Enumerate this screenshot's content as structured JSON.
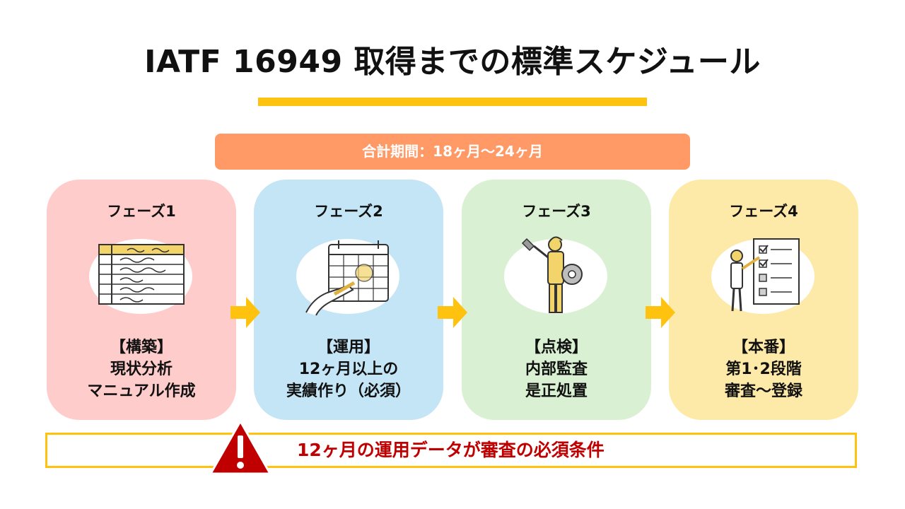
{
  "title": "IATF 16949 取得までの標準スケジュール",
  "period": "合計期間：18ヶ月～24ヶ月",
  "phases": [
    {
      "label": "フェーズ1",
      "heading": "【構築】",
      "lines": [
        "現状分析",
        "マニュアル作成"
      ],
      "icon": "document-table-icon",
      "color": "#ffcccc"
    },
    {
      "label": "フェーズ2",
      "heading": "【運用】",
      "lines": [
        "12ヶ月以上の",
        "実績作り（必須）"
      ],
      "icon": "calendar-icon",
      "color": "#c3e5f5"
    },
    {
      "label": "フェーズ3",
      "heading": "【点検】",
      "lines": [
        "内部監査",
        "是正処置"
      ],
      "icon": "worker-wrench-icon",
      "color": "#d9f0d3"
    },
    {
      "label": "フェーズ4",
      "heading": "【本番】",
      "lines": [
        "第1･2段階",
        "審査～登録"
      ],
      "icon": "checklist-icon",
      "color": "#fde9a8"
    }
  ],
  "warning": {
    "text": "12ヶ月の運用データが審査の必須条件",
    "icon": "warning-triangle-icon",
    "color": "#c00000"
  },
  "colors": {
    "accent": "#ffc20e",
    "period_bar": "#ff9966",
    "arrow": "#ffc20e"
  }
}
